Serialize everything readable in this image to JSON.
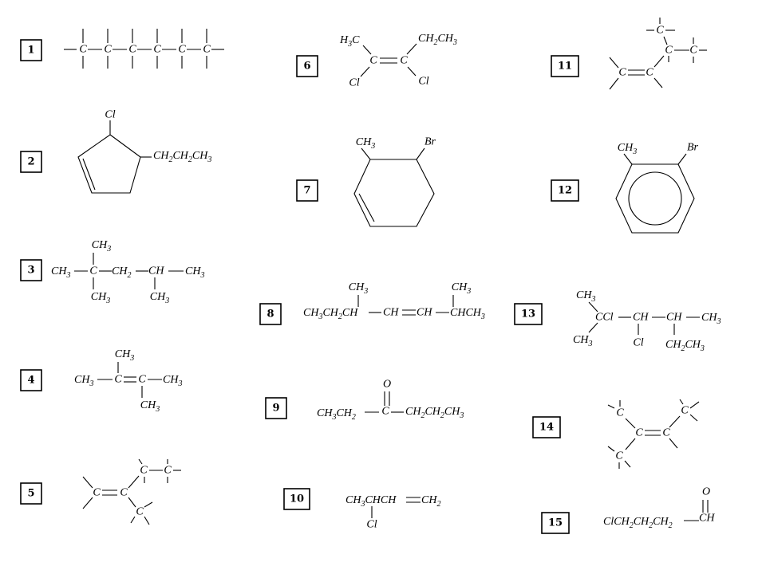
{
  "numbers": [
    "1",
    "2",
    "3",
    "4",
    "5",
    "6",
    "7",
    "8",
    "9",
    "10",
    "11",
    "12",
    "13",
    "14",
    "15"
  ],
  "m1": {
    "atoms": [
      "C",
      "C",
      "C",
      "C",
      "C",
      "C"
    ]
  },
  "m2": {
    "sub_cl": "Cl",
    "sub_chain": "CH2CH2CH3"
  },
  "m3": {
    "top": "CH3",
    "left": "CH3",
    "c": "C",
    "ch2": "CH2",
    "ch": "CH",
    "right": "CH3",
    "bottom1": "CH3",
    "bottom2": "CH3"
  },
  "m4": {
    "top": "CH3",
    "left": "CH3",
    "c1": "C",
    "c2": "C",
    "right": "CH3",
    "bottom": "CH3"
  },
  "m5": {
    "atoms": [
      "C",
      "C",
      "C",
      "C",
      "C"
    ]
  },
  "m6": {
    "tl": "H3C",
    "tr": "CH2CH3",
    "c1": "C",
    "c2": "C",
    "bl": "Cl",
    "br": "Cl"
  },
  "m7": {
    "sub1": "CH3",
    "sub2": "Br"
  },
  "m8": {
    "chain": [
      "CH3CH2CH",
      "CH",
      "CH",
      "CHCH3"
    ],
    "sub1": "CH3",
    "sub2": "CH3"
  },
  "m9": {
    "o": "O",
    "left": "CH3CH2",
    "c": "C",
    "right": "CH2CH2CH3"
  },
  "m10": {
    "chain": "CH3CHCH",
    "end": "CH2",
    "cl": "Cl"
  },
  "m11": {
    "atoms": [
      "C",
      "C",
      "C",
      "C",
      "C"
    ]
  },
  "m12": {
    "sub1": "CH3",
    "sub2": "Br"
  },
  "m13": {
    "ch3a": "CH3",
    "ch3b": "CH3",
    "ccl": "CCl",
    "ch1": "CH",
    "ch2": "CH",
    "right": "CH3",
    "cl": "Cl",
    "ethyl": "CH2CH3"
  },
  "m14": {
    "atoms": [
      "C",
      "C",
      "C",
      "C",
      "C"
    ]
  },
  "m15": {
    "o": "O",
    "chain": "ClCH2CH2CH2",
    "cho": "CH"
  }
}
